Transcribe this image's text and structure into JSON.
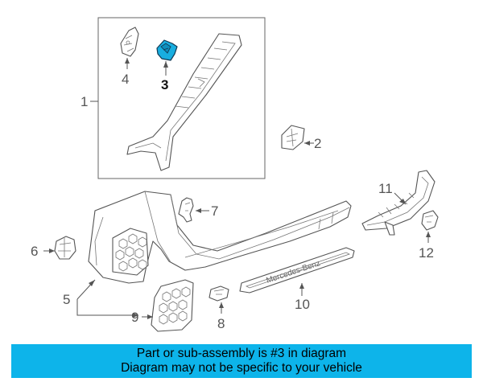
{
  "callouts": {
    "p1": "1",
    "p2": "2",
    "p3": "3",
    "p4": "4",
    "p5": "5",
    "p6": "6",
    "p7": "7",
    "p8": "8",
    "p9": "9",
    "p10": "10",
    "p11": "11",
    "p12": "12"
  },
  "sill_text": "Mercedes-Benz",
  "banner": {
    "line1": "Part or sub-assembly is #3 in diagram",
    "line2": "Diagram may not be specific to your vehicle"
  },
  "colors": {
    "highlight": "#18aee0",
    "banner": "#0db4ea"
  }
}
